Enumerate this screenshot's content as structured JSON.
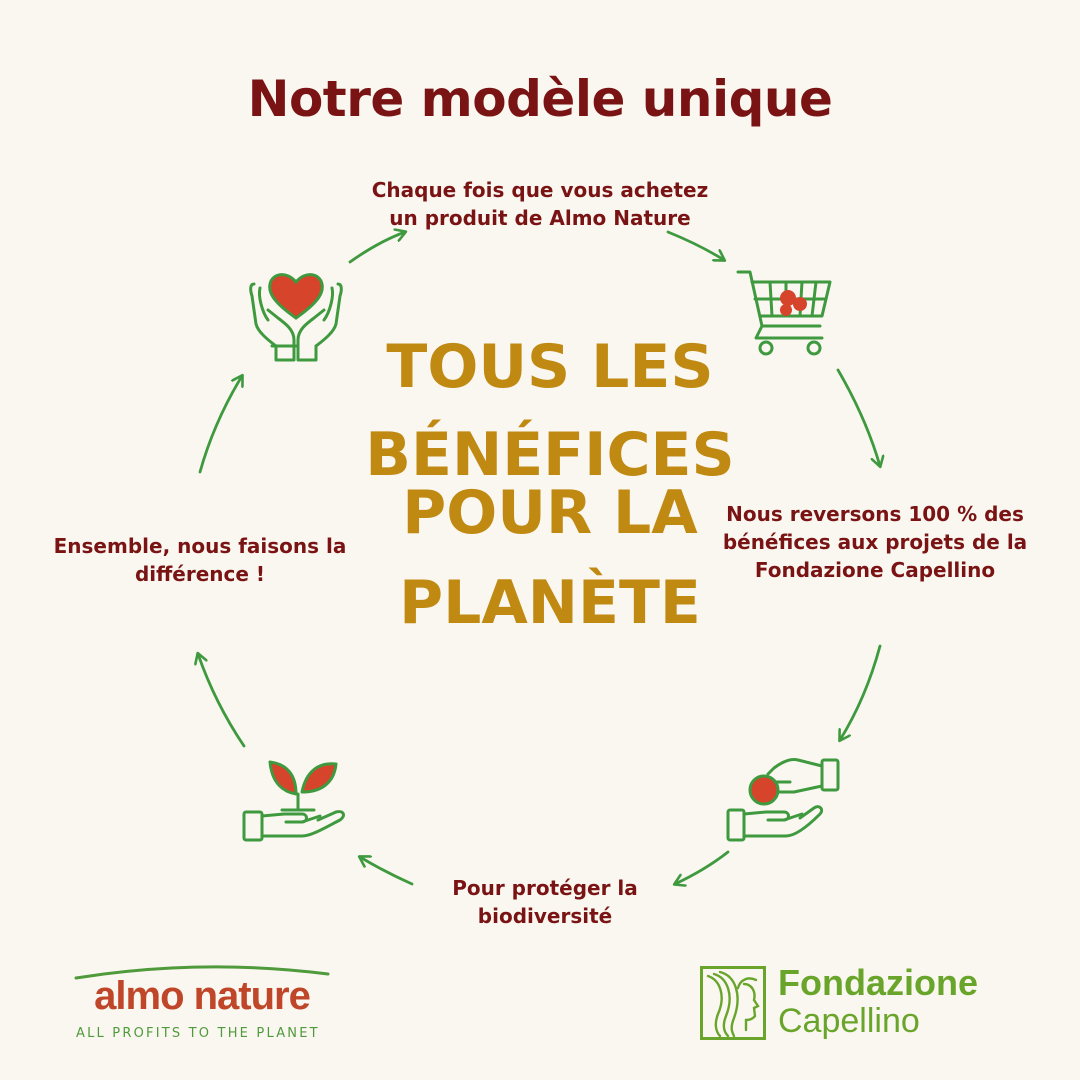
{
  "title": "Notre modèle unique",
  "steps": {
    "buy": "Chaque fois que vous achetez un produit de Almo Nature",
    "donate": "Nous reversons 100 % des bénéfices aux projets de la Fondazione Capellino",
    "protect": "Pour protéger la biodiversité",
    "together": "Ensemble, nous faisons la différence !"
  },
  "center": {
    "line1": "TOUS LES",
    "line2": "BÉNÉFICES",
    "line3": "POUR LA",
    "line4": "PLANÈTE"
  },
  "logos": {
    "almo_name": "almo nature",
    "almo_tagline": "ALL PROFITS TO THE PLANET",
    "fondazione_line1": "Fondazione",
    "fondazione_line2": "Capellino"
  },
  "icons": [
    "heart-hands-icon",
    "shopping-cart-icon",
    "giving-coin-hands-icon",
    "sprout-hand-icon"
  ],
  "colors": {
    "background": "#faf7f1",
    "title": "#7a1414",
    "center_text": "#c08a12",
    "arrows": "#3f9a3f",
    "accent_red": "#d6442c"
  }
}
